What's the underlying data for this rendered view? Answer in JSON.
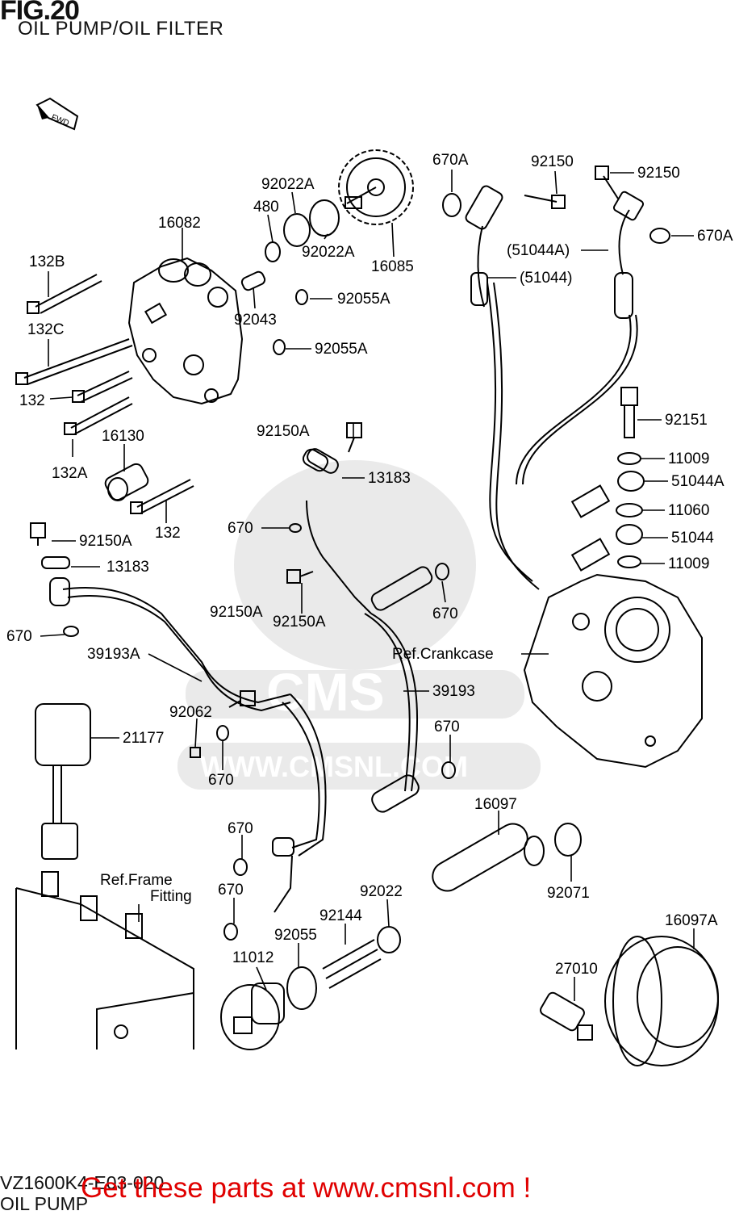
{
  "header": {
    "figure_number": "FIG.20",
    "subtitle": "OIL PUMP/OIL FILTER"
  },
  "footer": {
    "drawing_code": "VZ1600K4-E03-020",
    "group_name": "OIL PUMP",
    "promo_text": "Get these parts at www.cmsnl.com !"
  },
  "watermark": {
    "brand": "CMS",
    "url": "WWW.CMSNL.COM"
  },
  "fwd_arrow": "FWD",
  "parts": [
    {
      "id": "lbl-16082",
      "text": "16082"
    },
    {
      "id": "lbl-480",
      "text": "480"
    },
    {
      "id": "lbl-92022A-top",
      "text": "92022A"
    },
    {
      "id": "lbl-92022A",
      "text": "92022A"
    },
    {
      "id": "lbl-16085",
      "text": "16085"
    },
    {
      "id": "lbl-132B",
      "text": "132B"
    },
    {
      "id": "lbl-132C",
      "text": "132C"
    },
    {
      "id": "lbl-132",
      "text": "132"
    },
    {
      "id": "lbl-132A",
      "text": "132A"
    },
    {
      "id": "lbl-16130",
      "text": "16130"
    },
    {
      "id": "lbl-132-b",
      "text": "132"
    },
    {
      "id": "lbl-92043",
      "text": "92043"
    },
    {
      "id": "lbl-92055A-1",
      "text": "92055A"
    },
    {
      "id": "lbl-92055A-2",
      "text": "92055A"
    },
    {
      "id": "lbl-670A-1",
      "text": "670A"
    },
    {
      "id": "lbl-92150-1",
      "text": "92150"
    },
    {
      "id": "lbl-92150-2",
      "text": "92150"
    },
    {
      "id": "lbl-670A-2",
      "text": "670A"
    },
    {
      "id": "lbl-51044A-ref",
      "text": "(51044A)"
    },
    {
      "id": "lbl-51044-ref",
      "text": "(51044)"
    },
    {
      "id": "lbl-92151",
      "text": "92151"
    },
    {
      "id": "lbl-11009-1",
      "text": "11009"
    },
    {
      "id": "lbl-51044A",
      "text": "51044A"
    },
    {
      "id": "lbl-11060",
      "text": "11060"
    },
    {
      "id": "lbl-51044",
      "text": "51044"
    },
    {
      "id": "lbl-11009-2",
      "text": "11009"
    },
    {
      "id": "lbl-92150A-1",
      "text": "92150A"
    },
    {
      "id": "lbl-13183-1",
      "text": "13183"
    },
    {
      "id": "lbl-92150A-2",
      "text": "92150A"
    },
    {
      "id": "lbl-13183-2",
      "text": "13183"
    },
    {
      "id": "lbl-670-1",
      "text": "670"
    },
    {
      "id": "lbl-670-2",
      "text": "670"
    },
    {
      "id": "lbl-92150A-3",
      "text": "92150A"
    },
    {
      "id": "lbl-92150A-4",
      "text": "92150A"
    },
    {
      "id": "lbl-670-3",
      "text": "670"
    },
    {
      "id": "lbl-39193A",
      "text": "39193A"
    },
    {
      "id": "lbl-ref-crankcase",
      "text": "Ref.Crankcase"
    },
    {
      "id": "lbl-39193",
      "text": "39193"
    },
    {
      "id": "lbl-92062",
      "text": "92062"
    },
    {
      "id": "lbl-21177",
      "text": "21177"
    },
    {
      "id": "lbl-670-4",
      "text": "670"
    },
    {
      "id": "lbl-670-5",
      "text": "670"
    },
    {
      "id": "lbl-16097",
      "text": "16097"
    },
    {
      "id": "lbl-670-6",
      "text": "670"
    },
    {
      "id": "lbl-ref-frame-1",
      "text": "Ref.Frame"
    },
    {
      "id": "lbl-ref-frame-2",
      "text": "Fitting"
    },
    {
      "id": "lbl-670-7",
      "text": "670"
    },
    {
      "id": "lbl-92022",
      "text": "92022"
    },
    {
      "id": "lbl-92071",
      "text": "92071"
    },
    {
      "id": "lbl-92144",
      "text": "92144"
    },
    {
      "id": "lbl-16097A",
      "text": "16097A"
    },
    {
      "id": "lbl-92055",
      "text": "92055"
    },
    {
      "id": "lbl-11012",
      "text": "11012"
    },
    {
      "id": "lbl-27010",
      "text": "27010"
    }
  ]
}
